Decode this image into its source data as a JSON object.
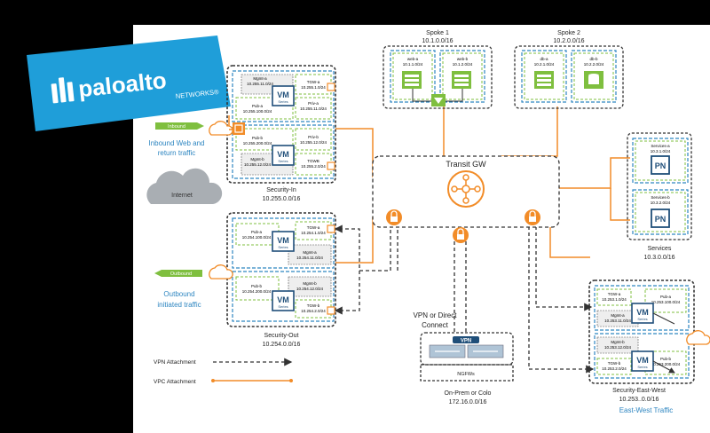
{
  "logo": {
    "brand": "paloalto",
    "sub": "NETWORKS®"
  },
  "colors": {
    "orange": "#F28C28",
    "green": "#7FBF3F",
    "blue": "#2E86C1",
    "navy": "#1F4E79",
    "logo_bg": "#1F9ED9",
    "dark": "#333333"
  },
  "spoke1": {
    "title": "Spoke 1",
    "cidr": "10.1.0.0/16",
    "subnets": [
      {
        "name": "web-a",
        "cidr": "10.1.1.0/24"
      },
      {
        "name": "web-b",
        "cidr": "10.1.2.0/24"
      }
    ]
  },
  "spoke2": {
    "title": "Spoke 2",
    "cidr": "10.2.0.0/16",
    "subnets": [
      {
        "name": "db-a",
        "cidr": "10.2.1.0/24"
      },
      {
        "name": "db-b",
        "cidr": "10.2.2.0/24"
      }
    ]
  },
  "security_in": {
    "title": "Security-In",
    "cidr": "10.255.0.0/16",
    "subnets": {
      "mgmt_a": {
        "name": "Mgmt-a",
        "cidr": "10.255.11.0/24"
      },
      "tgw_a": {
        "name": "TGW-a",
        "cidr": "10.255.1.0/24"
      },
      "pub_a": {
        "name": "Pub-a",
        "cidr": "10.255.100.0/24"
      },
      "priv_a": {
        "name": "Priv-a",
        "cidr": "10.255.11.0/24"
      },
      "pub_b": {
        "name": "Pub-b",
        "cidr": "10.255.200.0/24"
      },
      "priv_b": {
        "name": "Priv-b",
        "cidr": "10.255.12.0/24"
      },
      "mgmt_b": {
        "name": "Mgmt-b",
        "cidr": "10.255.12.0/24"
      },
      "tgw_b": {
        "name": "TGWB",
        "cidr": "10.255.2.0/24"
      }
    }
  },
  "security_out": {
    "title": "Security-Out",
    "cidr": "10.254.0.0/16",
    "subnets": {
      "pub_a": {
        "name": "Pub-a",
        "cidr": "10.254.100.0/24"
      },
      "tgw_a": {
        "name": "TGW-a",
        "cidr": "10.254.1.0/24"
      },
      "mgmt_a": {
        "name": "Mgmt-a",
        "cidr": "10.254.11.0/24"
      },
      "pub_b": {
        "name": "Pub-b",
        "cidr": "10.254.200.0/24"
      },
      "mgmt_b": {
        "name": "Mgmt-b",
        "cidr": "10.254.12.0/24"
      },
      "tgw_b": {
        "name": "TGW-b",
        "cidr": "10.254.2.0/24"
      }
    }
  },
  "services": {
    "title": "Services",
    "cidr": "10.3.0.0/16",
    "subnets": [
      {
        "name": "Services-a",
        "cidr": "10.3.1.0/24"
      },
      {
        "name": "Services-b",
        "cidr": "10.3.2.0/24"
      }
    ],
    "node_label": "PN"
  },
  "security_ew": {
    "title": "Security-East-West",
    "cidr": "10.253..0.0/16",
    "subnets": {
      "tgw_a": {
        "name": "TGW-a",
        "cidr": "10.253.1.0/24"
      },
      "pub_a": {
        "name": "Pub-a",
        "cidr": "10.253.100.0/24"
      },
      "mgmt_a": {
        "name": "Mgmt-a",
        "cidr": "10.253.11.0/24"
      },
      "mgmt_b": {
        "name": "Mgmt-b",
        "cidr": "10.253.12.0/24"
      },
      "pub_b": {
        "name": "Pub-b",
        "cidr": "10.253.200.0/24"
      },
      "tgw_b": {
        "name": "TGW-b",
        "cidr": "10.253.2.0/24"
      }
    }
  },
  "vm": {
    "line1": "VM",
    "line2": "Series"
  },
  "transit": {
    "title": "Transit GW"
  },
  "internet": {
    "label": "Internet"
  },
  "inbound": {
    "tag": "Inbound",
    "caption1": "Inbound Web and",
    "caption2": "return traffic"
  },
  "outbound": {
    "tag": "Outbound",
    "caption1": "Outbound",
    "caption2": "initiated traffic"
  },
  "vpn": {
    "caption1": "VPN or Direct",
    "caption2": "Connect",
    "badge": "VPN",
    "ngfw_label": "NGFWs"
  },
  "onprem": {
    "title": "On-Prem or Colo",
    "cidr": "172.16.0.0/16"
  },
  "east_west": {
    "caption": "East-West Traffic"
  },
  "legend": {
    "vpn": "VPN Attachment",
    "vpc": "VPC Attachment"
  }
}
